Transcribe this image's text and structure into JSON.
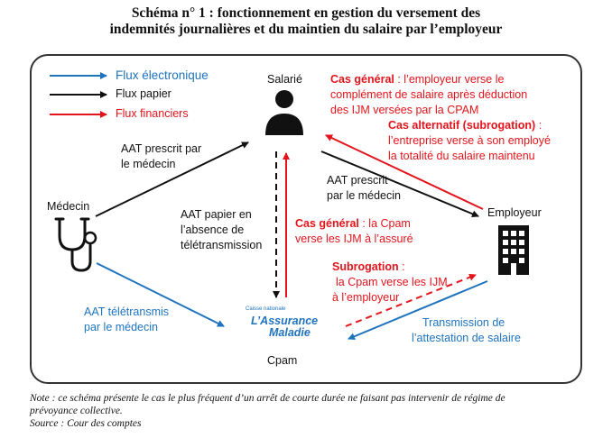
{
  "title": {
    "line1": "Schéma n° 1 : fonctionnement en gestion du versement des",
    "line2": "indemnités journalières et du maintien du salaire par l’employeur"
  },
  "legend": {
    "electronic": "Flux électronique",
    "paper": "Flux papier",
    "financial": "Flux financiers"
  },
  "nodes": {
    "salarie": "Salarié",
    "medecin": "Médecin",
    "employeur": "Employeur",
    "cpam": "Cpam",
    "logo_small": "Caisse nationale",
    "logo_line1": "L’Assurance",
    "logo_line2": "Maladie"
  },
  "labels": {
    "aat_prescrit_1": "AAT prescrit par",
    "aat_prescrit_2": "le médecin",
    "aat_prescrit_emp_1": "AAT prescrit",
    "aat_prescrit_emp_2": "par le médecin",
    "aat_papier_1": "AAT papier en",
    "aat_papier_2": "l’absence de",
    "aat_papier_3": "télétransmission",
    "aat_teletransmis_1": "AAT télétransmis",
    "aat_teletransmis_2": "par le médecin",
    "transmission_1": "Transmission de",
    "transmission_2": "l’attestation de salaire",
    "cas_general_top_bold": "Cas général",
    "cas_general_top_1": " : l’employeur verse le",
    "cas_general_top_2": "complément de salaire après déduction",
    "cas_general_top_3": "des IJM versées par la CPAM",
    "cas_alt_bold": "Cas alternatif (subrogation)",
    "cas_alt_1": " :",
    "cas_alt_2": "l’entreprise verse à son employé",
    "cas_alt_3": "la totalité du salaire maintenu",
    "cas_general_cpam_bold": "Cas général",
    "cas_general_cpam_1": " : la Cpam",
    "cas_general_cpam_2": "verse les IJM à l’assuré",
    "subrogation_bold": "Subrogation",
    "subrogation_1": " :",
    "subrogation_2": "la Cpam verse les IJM",
    "subrogation_3": "à l’employeur"
  },
  "note": {
    "line1": "Note : ce schéma présente le cas le plus fréquent d’un arrêt de courte durée ne faisant pas intervenir de régime de",
    "line2": "prévoyance collective.",
    "source": "Source : Cour des comptes"
  },
  "colors": {
    "electronic": "#1e73be",
    "paper": "#111111",
    "financial": "#e3141b"
  },
  "icons": {
    "salarie": "person-icon",
    "medecin": "stethoscope-icon",
    "employeur": "building-icon"
  }
}
